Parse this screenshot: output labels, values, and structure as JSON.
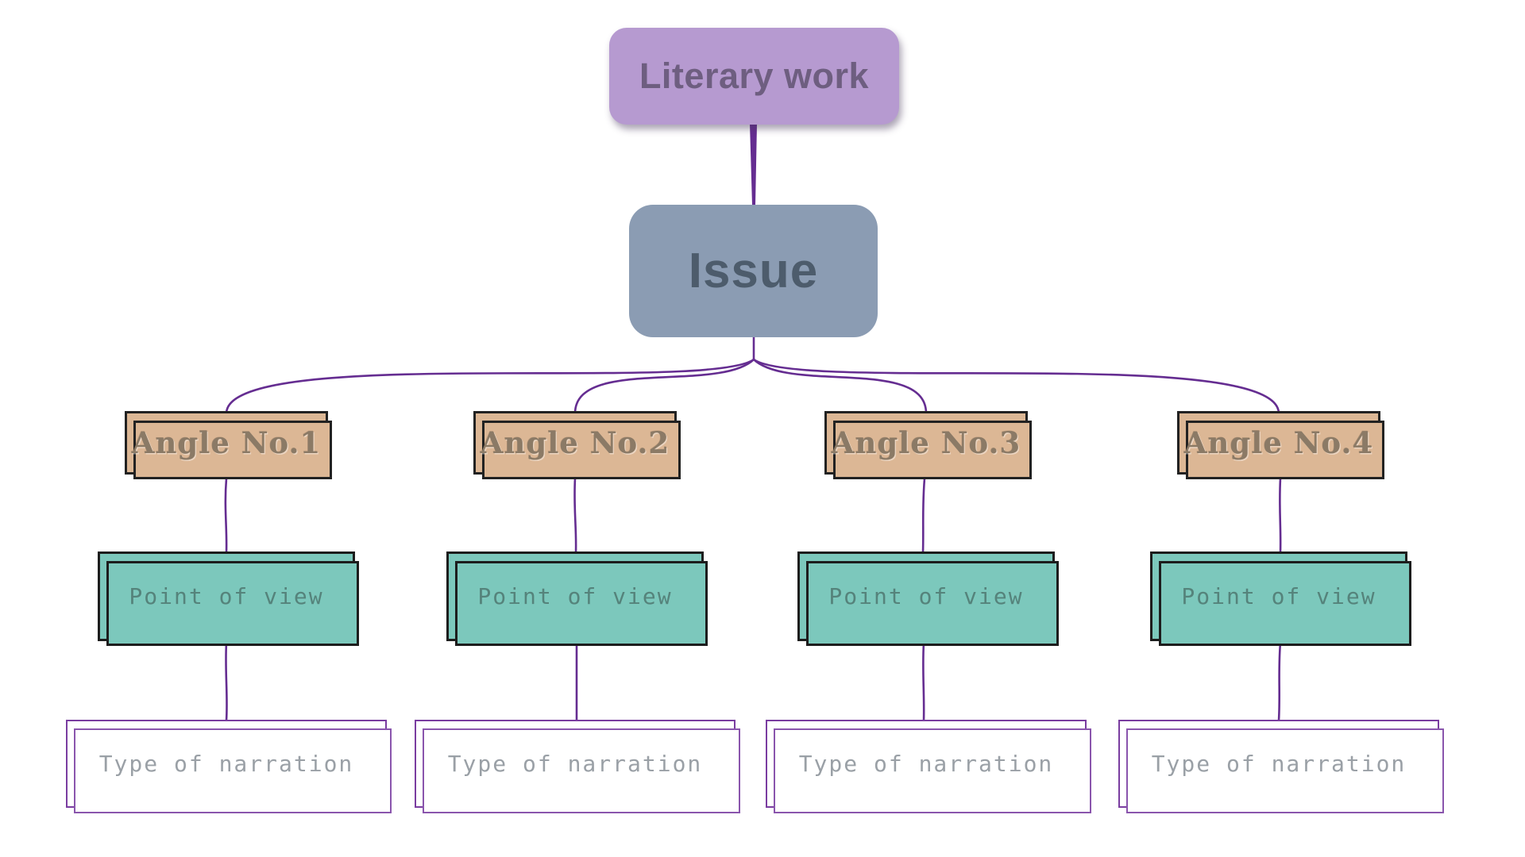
{
  "diagram": {
    "root_label": "Literary work",
    "issue_label": "Issue",
    "columns": [
      {
        "angle_label": "Angle No.1",
        "pov_label": "Point of view",
        "narration_label": "Type of narration"
      },
      {
        "angle_label": "Angle No.2",
        "pov_label": "Point of view",
        "narration_label": "Type of narration"
      },
      {
        "angle_label": "Angle No.3",
        "pov_label": "Point of view",
        "narration_label": "Type of narration"
      },
      {
        "angle_label": "Angle No.4",
        "pov_label": "Point of view",
        "narration_label": "Type of narration"
      }
    ],
    "colors": {
      "background": "#ffffff",
      "connector": "#652d91",
      "root_fill": "#b69ad0",
      "root_text": "#6e5e80",
      "issue_fill": "#8b9cb3",
      "issue_text": "#4d5c6c",
      "angle_fill": "#dcb795",
      "angle_border": "#222222",
      "angle_text": "#8b7a66",
      "pov_fill": "#7cc8bc",
      "pov_border": "#1d1d1d",
      "pov_text": "#55837b",
      "narration_fill": "#ffffff",
      "narration_border": "#7a3da0",
      "narration_text": "#9aa0a6"
    }
  }
}
